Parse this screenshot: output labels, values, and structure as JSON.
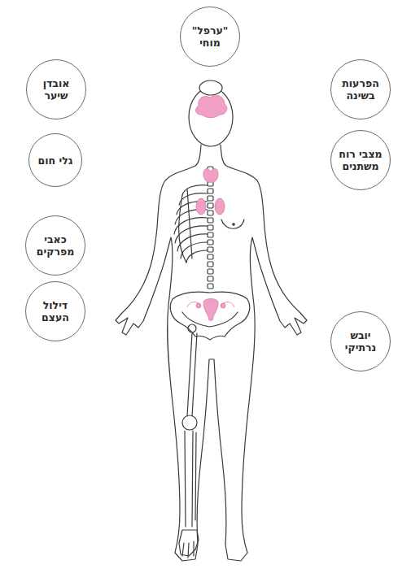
{
  "diagram": {
    "nodes": [
      {
        "text": [
          "\"ערפל\" מוחי"
        ]
      },
      {
        "text": [
          "הפרעות בשינה"
        ]
      },
      {
        "text": [
          "אובדן שיער"
        ]
      },
      {
        "text": [
          "מצבי רוח משתנים"
        ]
      },
      {
        "text": [
          "גלי חום"
        ]
      },
      {
        "text": [
          "כאבי מפרקים"
        ]
      },
      {
        "text": [
          "דילול העצם"
        ]
      },
      {
        "text": [
          "יובש נרתיקי"
        ]
      }
    ]
  }
}
